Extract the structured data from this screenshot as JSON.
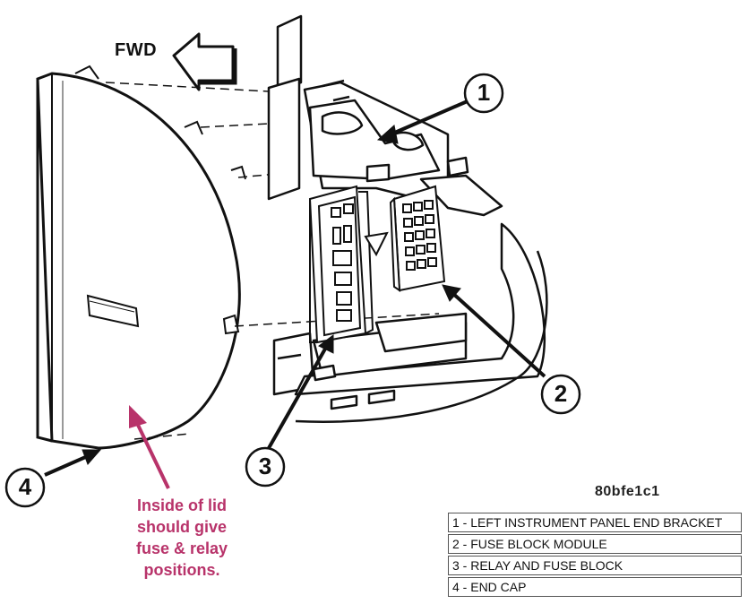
{
  "direction_label": "FWD",
  "callouts": [
    "1",
    "2",
    "3",
    "4"
  ],
  "annotation": {
    "lines": [
      "Inside of lid",
      "should give",
      "fuse & relay",
      "positions."
    ],
    "color": "#b8336a"
  },
  "figure_id": "80bfe1c1",
  "legend": [
    "1 - LEFT INSTRUMENT PANEL END BRACKET",
    "2 - FUSE BLOCK MODULE",
    "3 - RELAY AND FUSE BLOCK",
    "4 - END CAP"
  ]
}
